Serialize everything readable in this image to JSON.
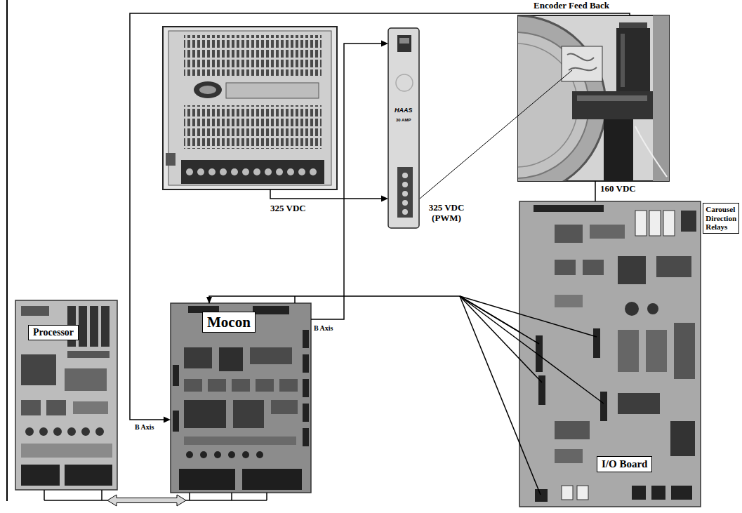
{
  "diagram": {
    "nodes": [
      {
        "text": [
          "Processor"
        ]
      },
      {
        "text": [
          "Mocon"
        ]
      },
      {
        "text": [
          "I/O Board"
        ]
      },
      {
        "text": [
          "Carousel Direction Relays"
        ]
      }
    ],
    "edges": [
      {
        "from": 0,
        "to": 1,
        "arrow": "both"
      },
      {
        "from": 2,
        "to": 1,
        "arrow": "to"
      }
    ],
    "labels": [
      "Encoder Feed Back",
      "325 VDC",
      "325 VDC (PWM)",
      "160 VDC",
      "B Axis",
      "B Axis",
      "HAAS",
      "30 AMP"
    ]
  }
}
